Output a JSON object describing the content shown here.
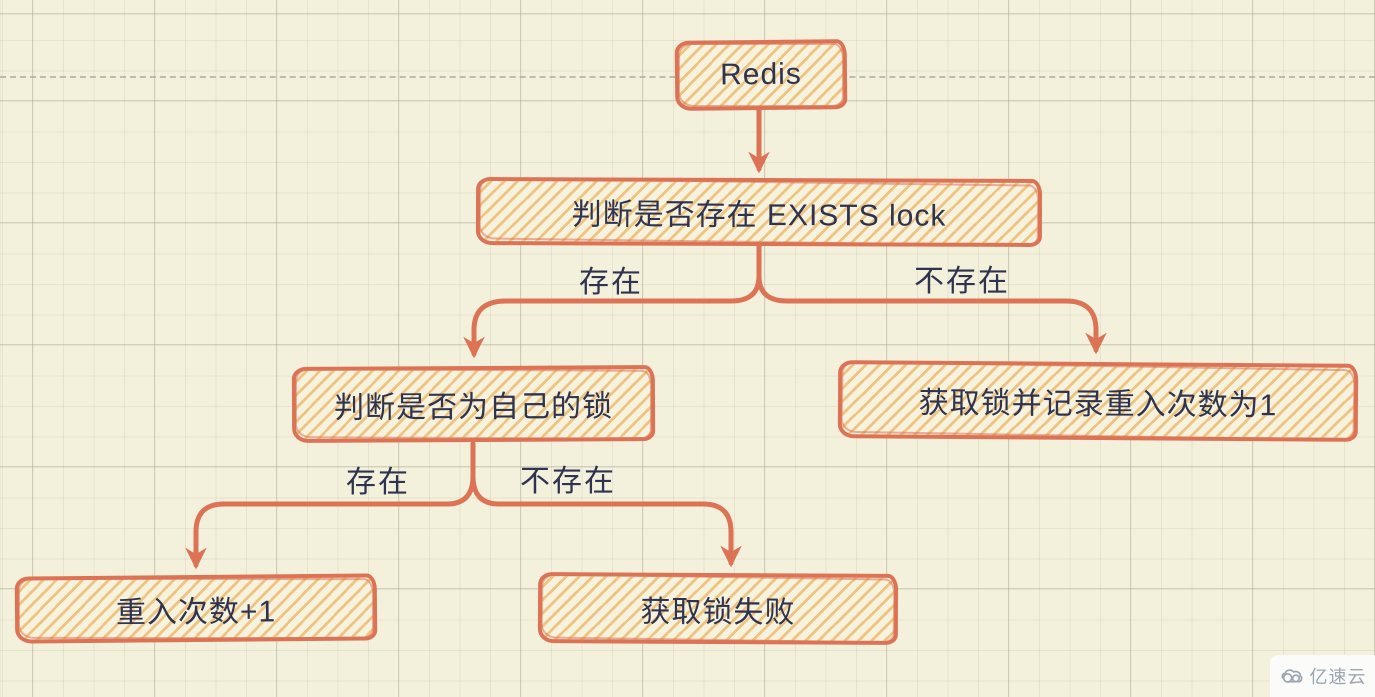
{
  "theme": {
    "background": "#f3f0dc",
    "accent": "#dd7355",
    "hatch_fill": "#ebba6a",
    "text": "#2e3450",
    "grid_line": "#dcd8c4",
    "watermark_color": "#9ba6b3"
  },
  "nodes": {
    "redis": {
      "label": "Redis"
    },
    "check_exists": {
      "label": "判断是否存在 EXISTS lock"
    },
    "check_own": {
      "label": "判断是否为自己的锁"
    },
    "acquire": {
      "label": "获取锁并记录重入次数为1"
    },
    "reentry": {
      "label": "重入次数+1"
    },
    "fail": {
      "label": "获取锁失败"
    }
  },
  "edges": [
    {
      "from": "redis",
      "to": "check_exists",
      "label": ""
    },
    {
      "from": "check_exists",
      "to": "check_own",
      "label": "存在"
    },
    {
      "from": "check_exists",
      "to": "acquire",
      "label": "不存在"
    },
    {
      "from": "check_own",
      "to": "reentry",
      "label": "存在"
    },
    {
      "from": "check_own",
      "to": "fail",
      "label": "不存在"
    }
  ],
  "watermark": {
    "label": "亿速云",
    "icon": "cloud-logo-icon"
  }
}
